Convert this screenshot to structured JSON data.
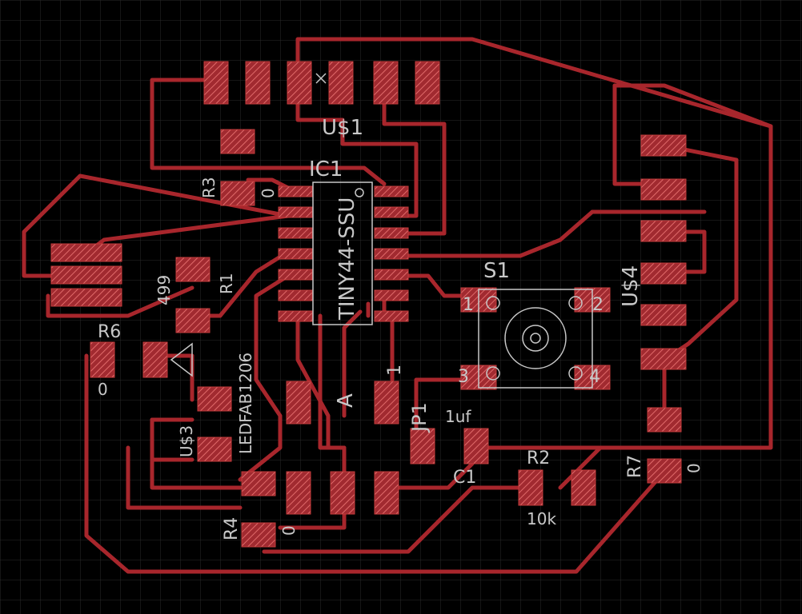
{
  "board": {
    "background": "#000000",
    "grid_color": "#2a2a2a",
    "trace_color": "#a8262c",
    "pad_color": "#c33c3c",
    "silk_color": "#c8c8c8"
  },
  "labels": {
    "u1": "U$1",
    "ic1": "IC1",
    "ic1_part": "TINY44-SSU",
    "r3": "R3",
    "r3_val": "0",
    "r1": "R1",
    "r1_val": "499",
    "r6": "R6",
    "r6_val": "0",
    "u3": "U$3",
    "led": "LEDFAB1206",
    "s1": "S1",
    "s1_p1": "1",
    "s1_p2": "2",
    "s1_p3": "3",
    "s1_p4": "4",
    "u4": "U$4",
    "jp1": "JP1",
    "jp1_pin": "1",
    "jp1_a": "A",
    "c1": "C1",
    "c1_val": "1uf",
    "r2": "R2",
    "r2_val": "10k",
    "r7": "R7",
    "r7_val": "0",
    "r4": "R4",
    "r4_val": "0"
  }
}
